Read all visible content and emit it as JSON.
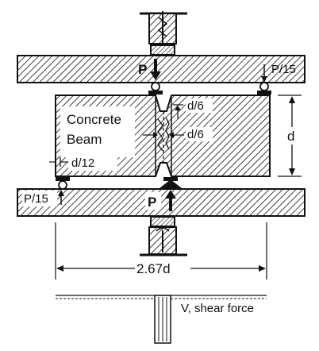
{
  "labels": {
    "load_top": "P",
    "load_bottom": "P",
    "reaction_right": "P/15",
    "reaction_left": "P/15",
    "beam_name_line1": "Concrete",
    "beam_name_line2": "Beam",
    "notch_depth_top": "d/6",
    "notch_depth_mid": "d/6",
    "support_offset": "d/12",
    "beam_depth": "d",
    "span": "2.67d",
    "shear_caption": "V, shear force"
  },
  "colors": {
    "ink": "#111111",
    "paper": "#ffffff"
  }
}
